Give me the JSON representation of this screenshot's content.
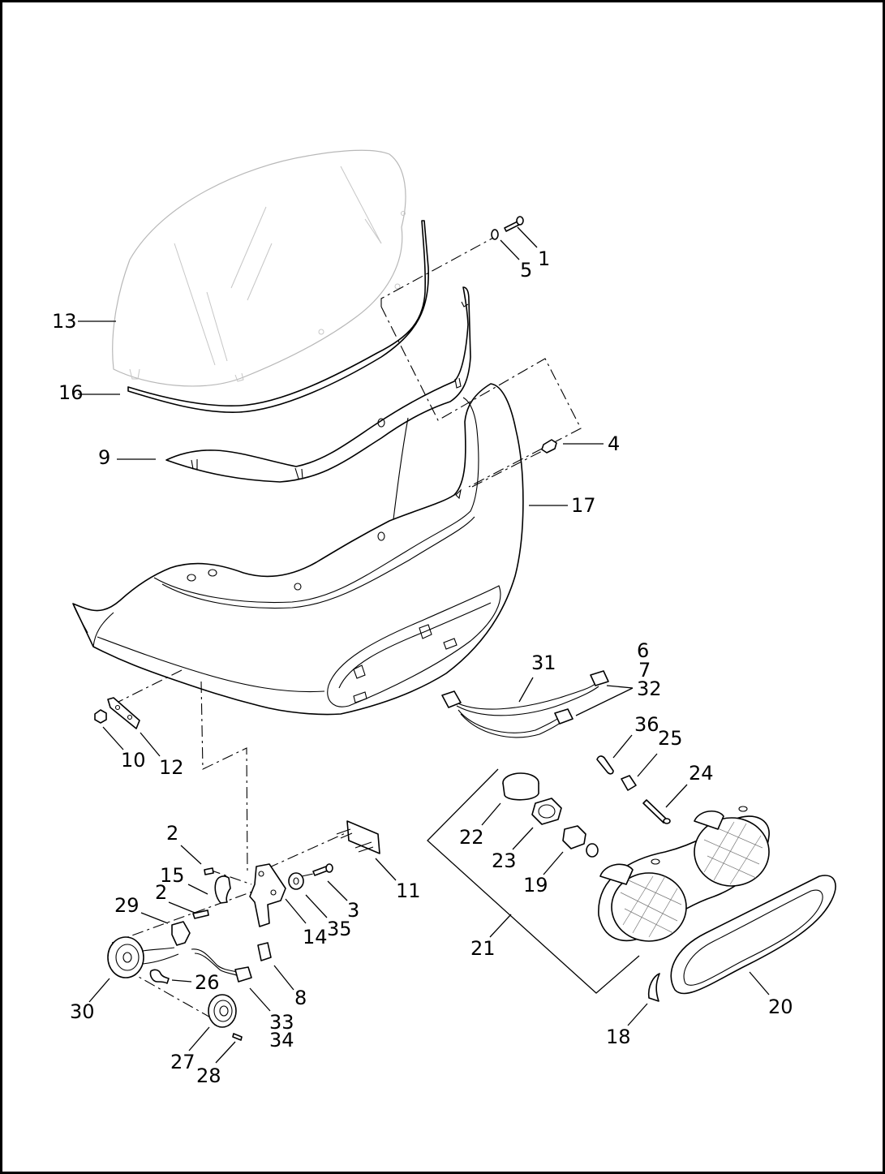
{
  "labels": {
    "l1": "1",
    "l2a": "2",
    "l2b": "2",
    "l3": "3",
    "l4": "4",
    "l5": "5",
    "l6": "6",
    "l7": "7",
    "l8": "8",
    "l9": "9",
    "l10": "10",
    "l11": "11",
    "l12": "12",
    "l13": "13",
    "l14": "14",
    "l15": "15",
    "l16": "16",
    "l17": "17",
    "l18": "18",
    "l19": "19",
    "l20": "20",
    "l21": "21",
    "l22": "22",
    "l23": "23",
    "l24": "24",
    "l25": "25",
    "l26": "26",
    "l27": "27",
    "l28": "28",
    "l29": "29",
    "l30": "30",
    "l31": "31",
    "l32": "32",
    "l33": "33",
    "l34": "34",
    "l35": "35",
    "l36": "36"
  }
}
